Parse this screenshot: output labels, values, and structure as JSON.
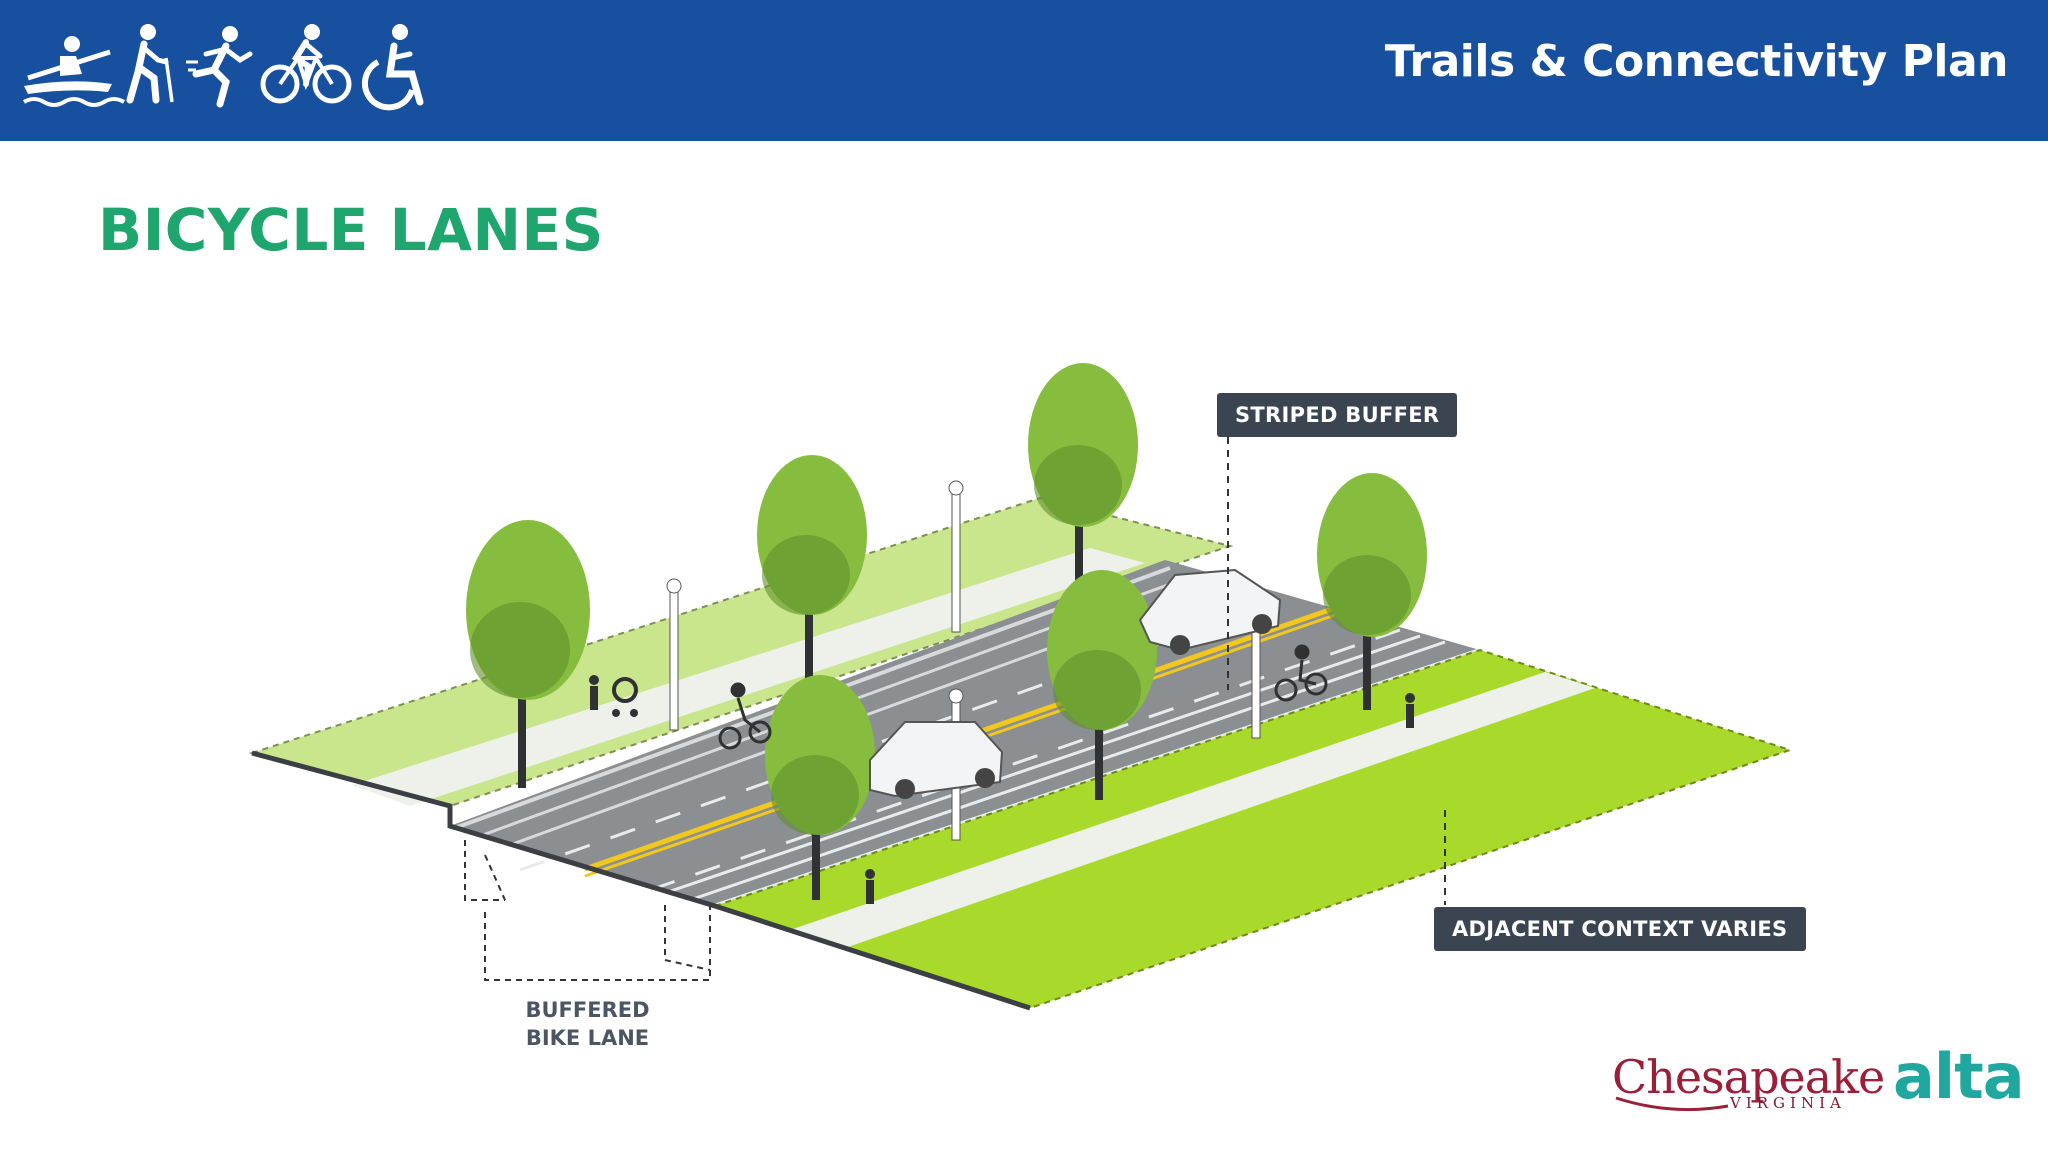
{
  "header": {
    "title": "Trails & Connectivity Plan",
    "icons": [
      "kayak-icon",
      "hiker-icon",
      "runner-icon",
      "cyclist-icon",
      "wheelchair-icon"
    ],
    "background": "#17509f"
  },
  "slide": {
    "title": "BICYCLE LANES",
    "title_color": "#1fa56e"
  },
  "callouts": {
    "striped_buffer": "STRIPED BUFFER",
    "adjacent_context": "ADJACENT CONTEXT VARIES",
    "buffered_line1": "BUFFERED",
    "buffered_line2": "BIKE LANE"
  },
  "logos": {
    "chesapeake": "Chesapeake",
    "chesapeake_sub": "VIRGINIA",
    "alta": "alta"
  },
  "colors": {
    "grass_light": "#c9e68c",
    "grass_bright": "#a9d92a",
    "road": "#8c8f92",
    "sidewalk": "#ecefea",
    "center_line": "#f2c81d",
    "callout_bg": "#3b4451"
  }
}
